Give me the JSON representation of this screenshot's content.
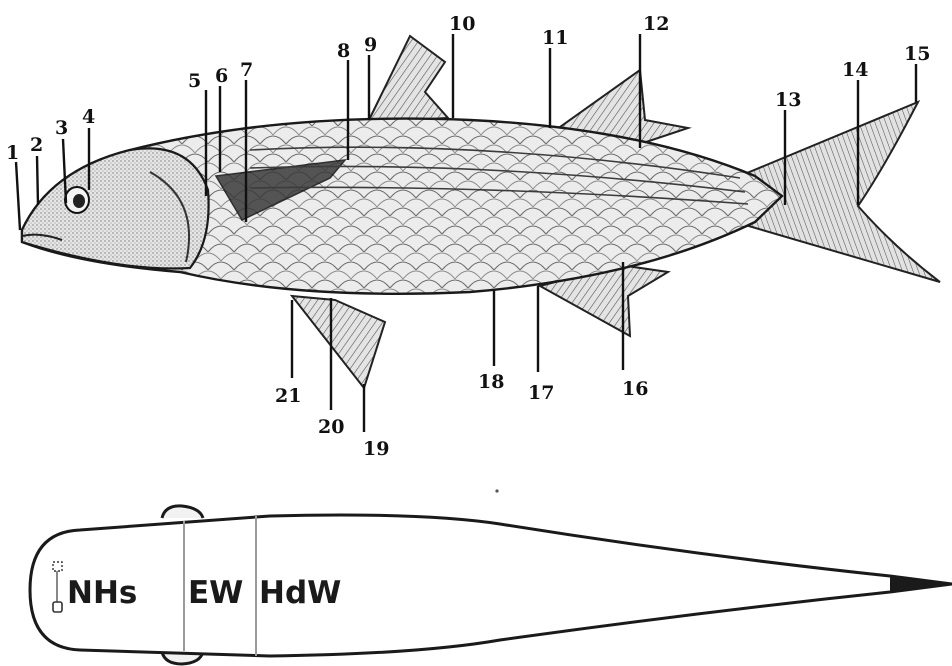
{
  "figure": {
    "side_view": {
      "labels": [
        "1",
        "2",
        "3",
        "4",
        "5",
        "6",
        "7",
        "8",
        "9",
        "10",
        "11",
        "12",
        "13",
        "14",
        "15",
        "16",
        "17",
        "18",
        "19",
        "20",
        "21"
      ]
    },
    "top_view": {
      "measurements": [
        "NHs",
        "EW",
        "HdW"
      ]
    }
  },
  "colors": {
    "ink": "#111111",
    "outline": "#1a1a1a",
    "body_fill": "#e9e9e9",
    "background": "#ffffff"
  }
}
